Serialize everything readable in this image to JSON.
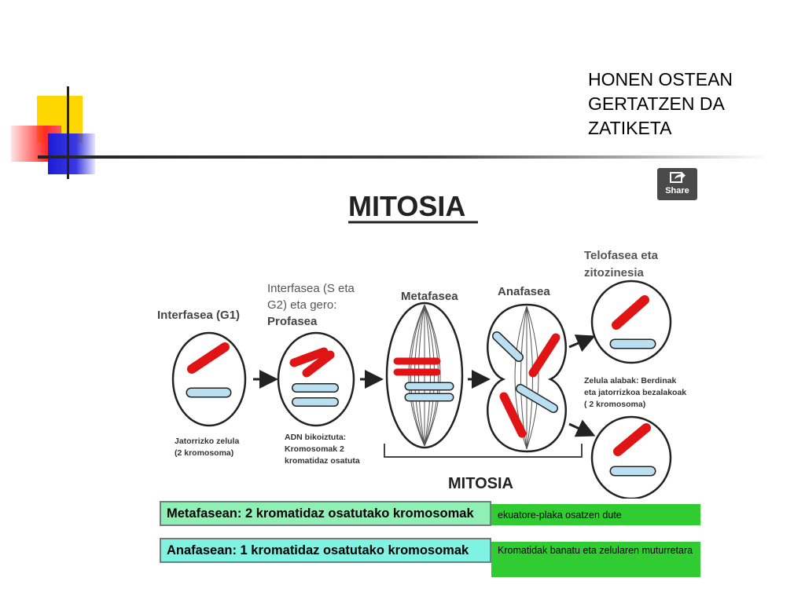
{
  "slide": {
    "heading_lines": [
      "HONEN OSTEAN",
      "GERTATZEN DA",
      "ZATIKETA"
    ]
  },
  "share": {
    "label": "Share",
    "icon": "share-icon"
  },
  "diagram": {
    "title": "MITOSIA",
    "stages": {
      "g1": {
        "title": "Interfasea (G1)",
        "caption": [
          "Jatorrizko zelula",
          "(2 kromosoma)"
        ]
      },
      "prophase": {
        "title_lines": [
          "Interfasea (S eta",
          "G2) eta gero:"
        ],
        "title_bold": "Profasea",
        "caption": [
          "ADN bikoiztuta:",
          "Kromosomak 2",
          "kromatidaz osatuta"
        ]
      },
      "metaphase": {
        "title": "Metafasea"
      },
      "anaphase": {
        "title": "Anafasea"
      },
      "telophase": {
        "title_lines": [
          "Telofasea eta",
          "zitozinesia"
        ],
        "caption": [
          "Zelula alabak: Berdinak",
          "eta jatorrizkoa bezalakoak",
          "( 2 kromosoma)"
        ]
      }
    },
    "bracket_label": "MITOSIA",
    "colors": {
      "red": "#e01414",
      "blue": "#b9dff0",
      "outline": "#222222"
    }
  },
  "summary": [
    {
      "phase_text": "Metafasean: 2 kromatidaz osatutako kromosomak",
      "note": "ekuatore-plaka osatzen dute"
    },
    {
      "phase_text": "Anafasean: 1 kromatidaz osatutako kromosomak",
      "note": "Kromatidak banatu eta zelularen muturretara"
    }
  ],
  "colors": {
    "yellow": "#ffd700",
    "red": "#ff2a2a",
    "blue": "#1c1cd8",
    "green_note": "#31cc31",
    "meta_box": "#8ff0b5",
    "ana_box": "#7ff2e2"
  }
}
